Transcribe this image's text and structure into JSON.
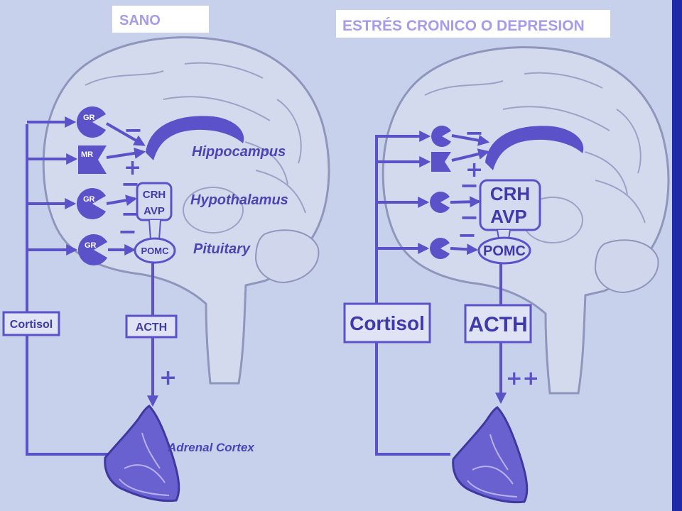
{
  "titles": {
    "healthy": "SANO",
    "stressed": "ESTRÉS CRONICO O DEPRESION"
  },
  "healthy": {
    "receptors": [
      "GR",
      "MR",
      "GR",
      "GR"
    ],
    "crh": "CRH",
    "avp": "AVP",
    "pomc": "POMC",
    "regions": {
      "hippocampus": "Hippocampus",
      "hypothalamus": "Hypothalamus",
      "pituitary": "Pituitary",
      "adrenal": "Adrenal Cortex"
    },
    "cortisol": "Cortisol",
    "acth": "ACTH",
    "signs": [
      "−",
      "+",
      "−",
      "−",
      "−"
    ],
    "adrenal_drive": "+"
  },
  "stressed": {
    "crh": "CRH",
    "avp": "AVP",
    "pomc": "POMC",
    "cortisol": "Cortisol",
    "acth": "ACTH",
    "signs": [
      "−",
      "+",
      "−",
      "−",
      "−"
    ],
    "adrenal_drive": "++"
  },
  "icons": {
    "gr_receptor": "pacman-receptor-icon",
    "mr_receptor": "notched-square-receptor-icon",
    "brain": "brain-sagittal-icon",
    "adrenal": "adrenal-gland-icon"
  },
  "colors": {
    "background": "#c8d1ec",
    "accent": "#5b52c9",
    "title_text": "#a79bea",
    "edge_band": "#1f2aa8"
  }
}
